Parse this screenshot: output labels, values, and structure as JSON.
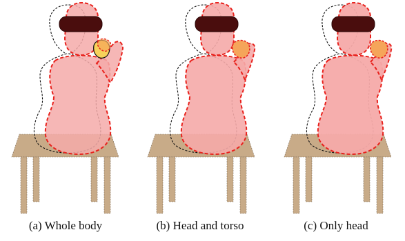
{
  "captions": {
    "a": "(a) Whole body",
    "b": "(b) Head and torso",
    "c": "(c) Only head"
  },
  "colors": {
    "body_fill": "#f5aaa9",
    "body_outline": "#e8211c",
    "ghost_outline": "#111111",
    "table": "#c8ab88",
    "visor": "#4a0d0d",
    "hand_fill": "#f5a55a",
    "hand_yellow": "#f7d25b"
  },
  "panels": [
    {
      "id": "whole-body",
      "tracked": "whole body"
    },
    {
      "id": "head-and-torso",
      "tracked": "head and torso"
    },
    {
      "id": "only-head",
      "tracked": "only head"
    }
  ]
}
